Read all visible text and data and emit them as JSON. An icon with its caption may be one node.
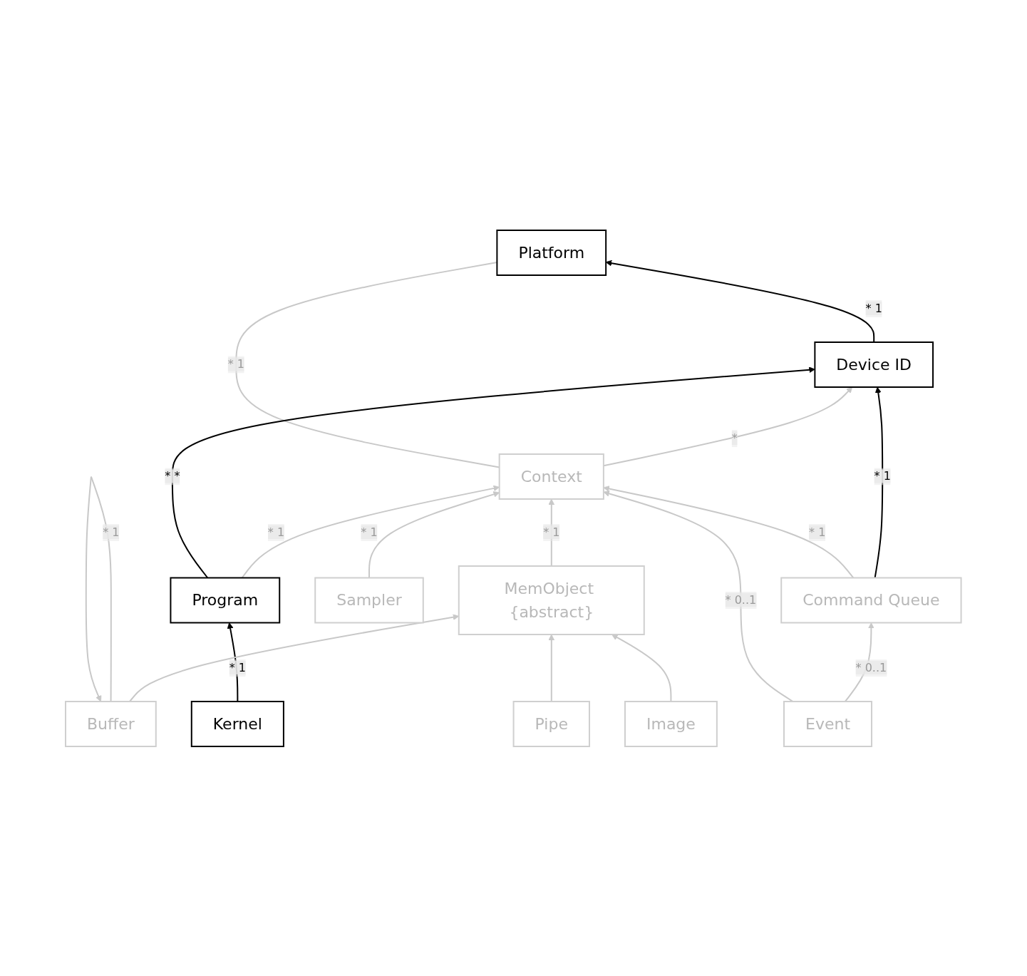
{
  "diagram": {
    "nodes": [
      {
        "text": [
          "Platform"
        ]
      },
      {
        "text": [
          "Command Queue"
        ]
      },
      {
        "text": [
          "Event"
        ]
      },
      {
        "text": [
          "Device ID"
        ]
      },
      {
        "text": [
          "Context"
        ]
      },
      {
        "text": [
          "Program"
        ]
      },
      {
        "text": [
          "MemObject {abstract}"
        ]
      },
      {
        "text": [
          "Sampler"
        ]
      },
      {
        "text": [
          "Kernel"
        ]
      },
      {
        "text": [
          "Buffer"
        ]
      },
      {
        "text": [
          "Image"
        ]
      },
      {
        "text": [
          "Pipe"
        ]
      }
    ],
    "edges": [
      {
        "from": 3,
        "to": 0,
        "arrow": "to",
        "label": "* 1",
        "color": "#000000"
      },
      {
        "from": 1,
        "to": 3,
        "arrow": "to",
        "label": "* 1",
        "color": "#000000"
      },
      {
        "from": 2,
        "to": 1,
        "arrow": "to",
        "label": "* 0..1"
      },
      {
        "from": 1,
        "to": 4,
        "arrow": "to",
        "label": "* 1"
      },
      {
        "from": 2,
        "to": 4,
        "arrow": "to",
        "label": "* 0..1"
      },
      {
        "from": 4,
        "to": 3,
        "arrow": "to",
        "label": "*"
      },
      {
        "from": 4,
        "to": 0,
        "arrow": "none",
        "label": "* 1"
      },
      {
        "from": 5,
        "to": 4,
        "arrow": "to",
        "label": "* 1"
      },
      {
        "from": 5,
        "to": 3,
        "arrow": "to",
        "label": "* *",
        "color": "#000000"
      },
      {
        "from": 8,
        "to": 5,
        "arrow": "to",
        "label": "* 1",
        "color": "#000000"
      },
      {
        "from": 6,
        "to": 4,
        "arrow": "to",
        "label": "* 1"
      },
      {
        "from": 7,
        "to": 4,
        "arrow": "to",
        "label": "* 1"
      },
      {
        "from": 9,
        "to": 6,
        "arrow": "to"
      },
      {
        "from": 10,
        "to": 6,
        "arrow": "to"
      },
      {
        "from": 11,
        "to": 6,
        "arrow": "to"
      },
      {
        "from": 9,
        "to": 9,
        "arrow": "to",
        "label": "* 1"
      }
    ]
  }
}
